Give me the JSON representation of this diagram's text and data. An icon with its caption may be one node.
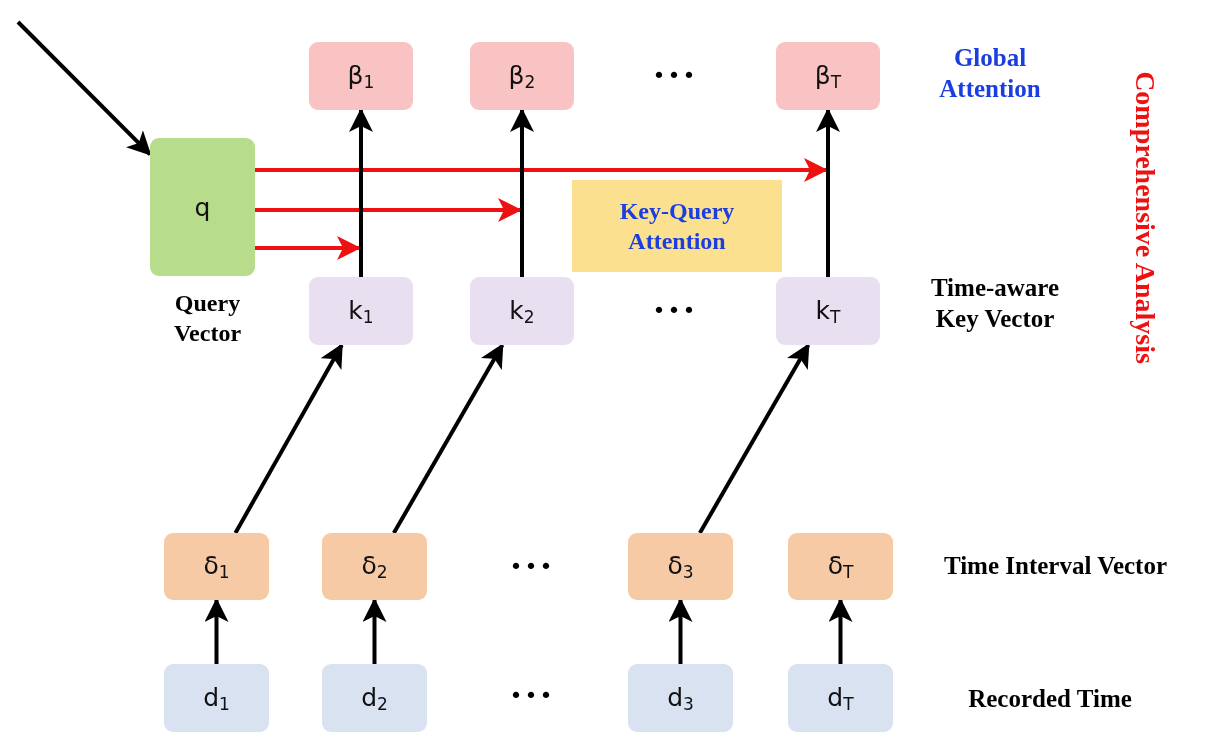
{
  "diagram": {
    "nodes": [
      {
        "text": [
          "β$_{1}$"
        ]
      },
      {
        "text": [
          "β$_{2}$"
        ]
      },
      {
        "text": [
          "β$_{T}$"
        ]
      },
      {
        "text": [
          "q"
        ],
        "beside": [
          "Query Vector"
        ]
      },
      {
        "text": [
          "Key-Query Attention"
        ]
      },
      {
        "text": [
          "k$_{1}$"
        ]
      },
      {
        "text": [
          "k$_{2}$"
        ]
      },
      {
        "text": [
          "k$_{T}$"
        ]
      },
      {
        "text": [
          "δ$_{1}$"
        ]
      },
      {
        "text": [
          "δ$_{2}$"
        ]
      },
      {
        "text": [
          "δ$_{3}$"
        ]
      },
      {
        "text": [
          "δ$_{T}$"
        ]
      },
      {
        "text": [
          "d$_{1}$"
        ]
      },
      {
        "text": [
          "d$_{2}$"
        ]
      },
      {
        "text": [
          "d$_{3}$"
        ]
      },
      {
        "text": [
          "d$_{T}$"
        ]
      }
    ],
    "edges": [
      {
        "from": null,
        "to": 3,
        "arrow": "to"
      },
      {
        "from": 3,
        "to": null,
        "arrow": "to",
        "color": "#ee1111"
      },
      {
        "from": 3,
        "to": null,
        "arrow": "to",
        "color": "#ee1111"
      },
      {
        "from": 3,
        "to": 5,
        "arrow": "to",
        "color": "#ee1111"
      },
      {
        "from": 5,
        "to": 0,
        "arrow": "to"
      },
      {
        "from": 6,
        "to": 1,
        "arrow": "to"
      },
      {
        "from": 7,
        "to": 2,
        "arrow": "to"
      },
      {
        "from": 8,
        "to": 5,
        "arrow": "to"
      },
      {
        "from": 9,
        "to": 6,
        "arrow": "to"
      },
      {
        "from": 10,
        "to": 7,
        "arrow": "to"
      },
      {
        "from": 12,
        "to": 8,
        "arrow": "to"
      },
      {
        "from": 13,
        "to": 9,
        "arrow": "to"
      },
      {
        "from": 14,
        "to": 10,
        "arrow": "to"
      },
      {
        "from": 15,
        "to": 11,
        "arrow": "to"
      }
    ],
    "labels": [
      "•••",
      "Global Attention",
      "Comprehensive Analysis",
      "•••",
      "Time-aware Key Vector",
      "•••",
      "Time Interval Vector",
      "•••",
      "Recorded Time"
    ]
  }
}
